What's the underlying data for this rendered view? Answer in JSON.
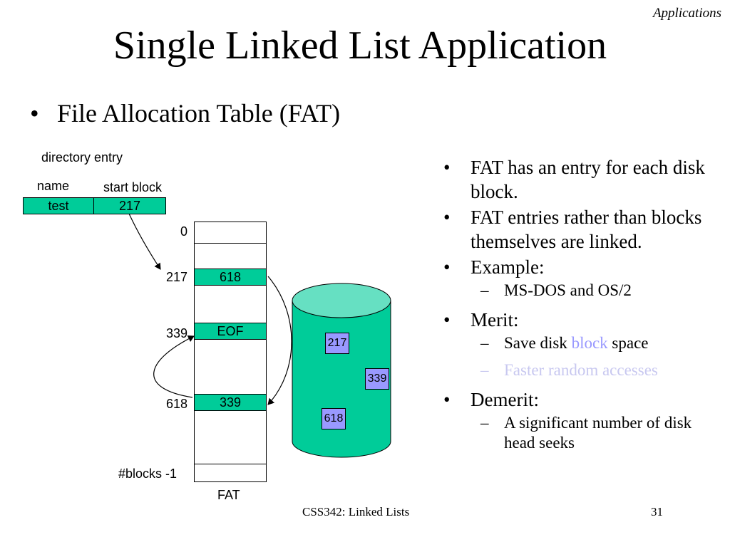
{
  "section_label": "Applications",
  "title": "Single Linked List Application",
  "main_bullet": "File Allocation Table (FAT)",
  "directory": {
    "heading": "directory entry",
    "name_header": "name",
    "start_block_header": "start block",
    "name_value": "test",
    "start_block_value": "217"
  },
  "fat": {
    "labels": {
      "first": "0",
      "r217": "217",
      "r339": "339",
      "r618": "618",
      "last": "#blocks -1"
    },
    "rows": {
      "r217": "618",
      "r339": "EOF",
      "r618": "339"
    },
    "caption": "FAT"
  },
  "disk_blocks": [
    "217",
    "339",
    "618"
  ],
  "bullets": {
    "b1": "FAT has an entry for each disk block.",
    "b2": "FAT entries rather than blocks themselves are linked.",
    "b3": "Example:",
    "b3_sub": "MS-DOS and OS/2",
    "b4": "Merit:",
    "b4_sub1_pre": "Save disk ",
    "b4_sub1_accent": "block",
    "b4_sub1_post": " space",
    "b4_sub2": "Faster random accesses",
    "b5": "Demerit:",
    "b5_sub": "A significant number of disk head seeks"
  },
  "footer": {
    "center": "CSS342: Linked Lists",
    "page": "31"
  },
  "colors": {
    "green": "#00cc99",
    "disk_top": "#66e0c2",
    "block": "#9999ff",
    "faded": "#c8c8f0"
  }
}
